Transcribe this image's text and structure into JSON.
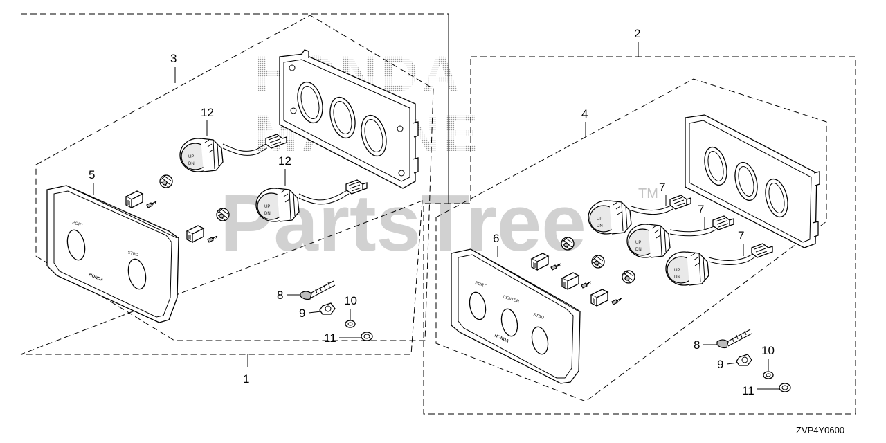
{
  "diagram_code": "ZVP4Y0600",
  "watermark": {
    "brand_line1": "HONDA",
    "brand_line2": "MARINE",
    "site": "PartsTree",
    "tm": "TM"
  },
  "assemblies": {
    "left": {
      "outer_callout": "1",
      "inner_callout": "3",
      "switch_callout_a": "12",
      "switch_callout_b": "12",
      "panel_callout": "5",
      "panel_labels": [
        "PORT",
        "STBD"
      ],
      "panel_brand": "HONDA",
      "hardware": [
        "8",
        "9",
        "10",
        "11"
      ]
    },
    "right": {
      "outer_callout": "2",
      "inner_callout": "4",
      "switch_callouts": [
        "7",
        "7",
        "7"
      ],
      "panel_callout": "6",
      "panel_labels": [
        "PORT",
        "CENTER",
        "STBD"
      ],
      "panel_brand": "HONDA",
      "hardware": [
        "8",
        "9",
        "10",
        "11"
      ]
    }
  },
  "switch_labels": {
    "up": "UP",
    "down": "DN"
  }
}
